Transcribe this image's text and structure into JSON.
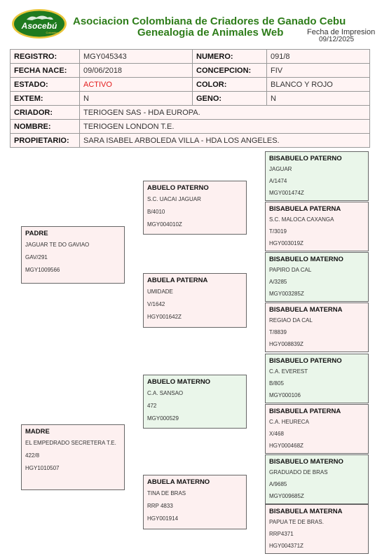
{
  "header": {
    "logo_text": "Asocebú",
    "logo_sub": "Colombia",
    "title_line1": "Asociacion Colombiana de Criadores de Ganado Cebu",
    "title_line2": "Genealogia de Animales Web",
    "fecha_label": "Fecha de Impresion",
    "fecha_value": "09/12/2025",
    "colors": {
      "title": "#2e7d1a",
      "logo_bg": "#1f7a1f",
      "logo_accent": "#e9c53a"
    }
  },
  "info": {
    "registro_label": "REGISTRO:",
    "registro": "MGY045343",
    "numero_label": "NUMERO:",
    "numero": "091/8",
    "fecha_nace_label": "FECHA NACE:",
    "fecha_nace": "09/06/2018",
    "concepcion_label": "CONCEPCION:",
    "concepcion": "FIV",
    "estado_label": "ESTADO:",
    "estado": "ACTIVO",
    "color_label": "COLOR:",
    "color": "BLANCO Y ROJO",
    "extem_label": "EXTEM:",
    "extem": "N",
    "geno_label": "GENO:",
    "geno": "N",
    "criador_label": "CRIADOR:",
    "criador": "TERIOGEN SAS - HDA EUROPA.",
    "nombre_label": "NOMBRE:",
    "nombre": "TERIOGEN LONDON T.E.",
    "propietario_label": "PROPIETARIO:",
    "propietario": "SARA ISABEL ARBOLEDA VILLA - HDA LOS ANGELES."
  },
  "pedigree": {
    "padre": {
      "title": "PADRE",
      "name": "JAGUAR TE DO GAVIAO",
      "number": "GAV/291",
      "reg": "MGY1009566"
    },
    "madre": {
      "title": "MADRE",
      "name": "EL EMPEDRADO SECRETERA T.E.",
      "number": "422/8",
      "reg": "HGY1010507"
    },
    "abuelo_paterno": {
      "title": "ABUELO PATERNO",
      "name": "S.C. UACAI JAGUAR",
      "number": "B/4010",
      "reg": "MGY004010Z"
    },
    "abuela_paterna": {
      "title": "ABUELA PATERNA",
      "name": "UMIDADE",
      "number": "V/1642",
      "reg": "HGY001642Z"
    },
    "abuelo_materno": {
      "title": "ABUELO MATERNO",
      "name": "C.A. SANSAO",
      "number": "472",
      "reg": "MGY000529"
    },
    "abuela_materno": {
      "title": "ABUELA MATERNO",
      "name": "TINA DE BRAS",
      "number": "RRP 4833",
      "reg": "HGY001914"
    },
    "bisabuelos": [
      {
        "title": "BISABUELO PATERNO",
        "name": "JAGUAR",
        "number": "A/1474",
        "reg": "MGY001474Z"
      },
      {
        "title": "BISABUELA PATERNA",
        "name": "S.C. MALOCA CAXANGA",
        "number": "T/3019",
        "reg": "HGY003019Z"
      },
      {
        "title": "BISABUELO MATERNO",
        "name": "PAPIRO DA CAL",
        "number": "A/3285",
        "reg": "MGY003285Z"
      },
      {
        "title": "BISABUELA MATERNA",
        "name": "REGIAO DA CAL",
        "number": "T/8839",
        "reg": "HGY008839Z"
      },
      {
        "title": "BISABUELO PATERNO",
        "name": "C.A. EVEREST",
        "number": "B/805",
        "reg": "MGY000106"
      },
      {
        "title": "BISABUELA PATERNA",
        "name": "C.A. HEURECA",
        "number": "X/468",
        "reg": "HGY000468Z"
      },
      {
        "title": "BISABUELO MATERNO",
        "name": "GRADUADO DE BRAS",
        "number": "A/9685",
        "reg": "MGY009685Z"
      },
      {
        "title": "BISABUELA MATERNA",
        "name": "PAPUA TE DE BRAS.",
        "number": "RRP4371",
        "reg": "HGY004371Z"
      }
    ]
  }
}
